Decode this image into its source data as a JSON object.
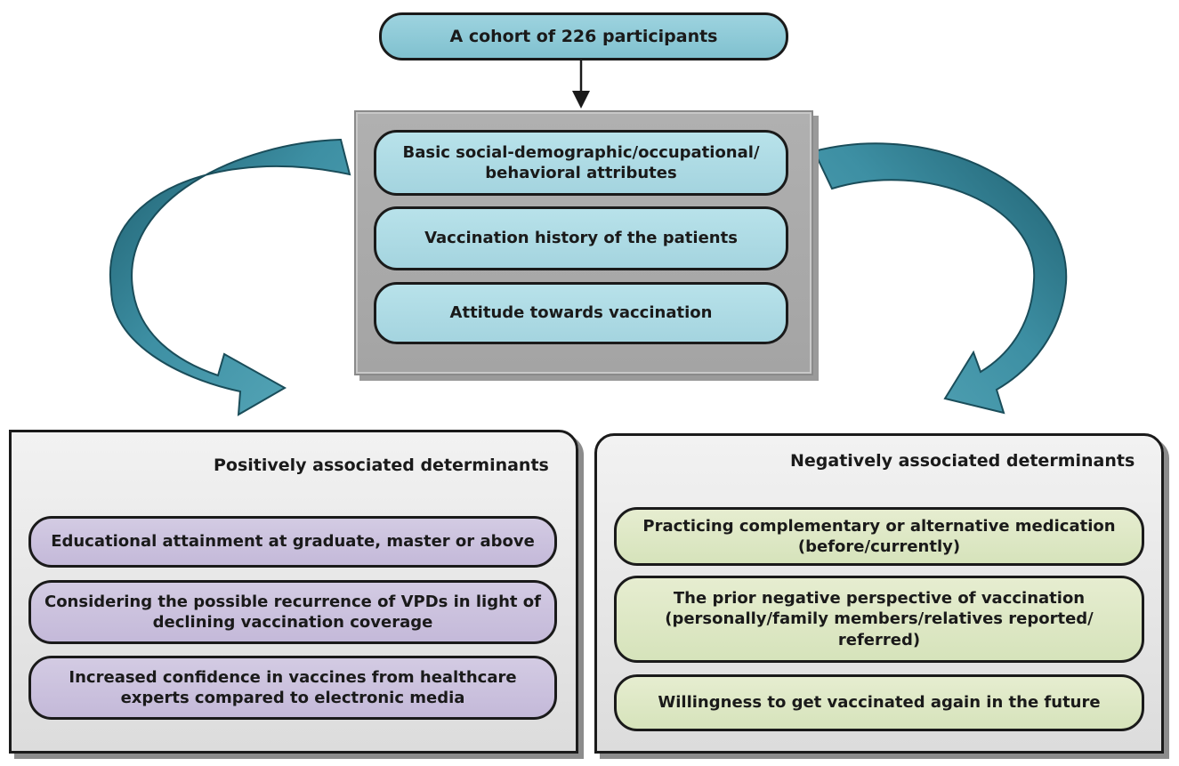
{
  "cohort": {
    "label": "A cohort of 226 participants"
  },
  "assessment": {
    "items": [
      {
        "line1": "Basic social-demographic/occupational/",
        "line2": "behavioral attributes"
      },
      {
        "line1": "Vaccination history of the patients"
      },
      {
        "line1": "Attitude towards vaccination"
      }
    ]
  },
  "positive": {
    "heading": "Positively associated determinants",
    "items": [
      {
        "line1": "Educational attainment at graduate, master or above"
      },
      {
        "line1": "Considering the possible recurrence of VPDs in light of",
        "line2": "declining vaccination coverage"
      },
      {
        "line1": "Increased confidence in vaccines from healthcare",
        "line2": "experts compared to electronic media"
      }
    ]
  },
  "negative": {
    "heading": "Negatively associated determinants",
    "items": [
      {
        "line1": "Practicing complementary or alternative medication",
        "line2": "(before/currently)"
      },
      {
        "line1": "The prior negative perspective of vaccination",
        "line2": "(personally/family members/relatives reported/",
        "line3": "referred)"
      },
      {
        "line1": "Willingness to get vaccinated again in the future"
      }
    ]
  },
  "colors": {
    "arrow_fill": "#3d8fa3",
    "arrow_dark": "#1f5f6f",
    "cohort_fill": "#8ccad7",
    "item_blue": "#aed9e3",
    "item_purple": "#cbc1de",
    "item_green": "#dde8c5",
    "panel_grey": "#aaaaaa"
  }
}
